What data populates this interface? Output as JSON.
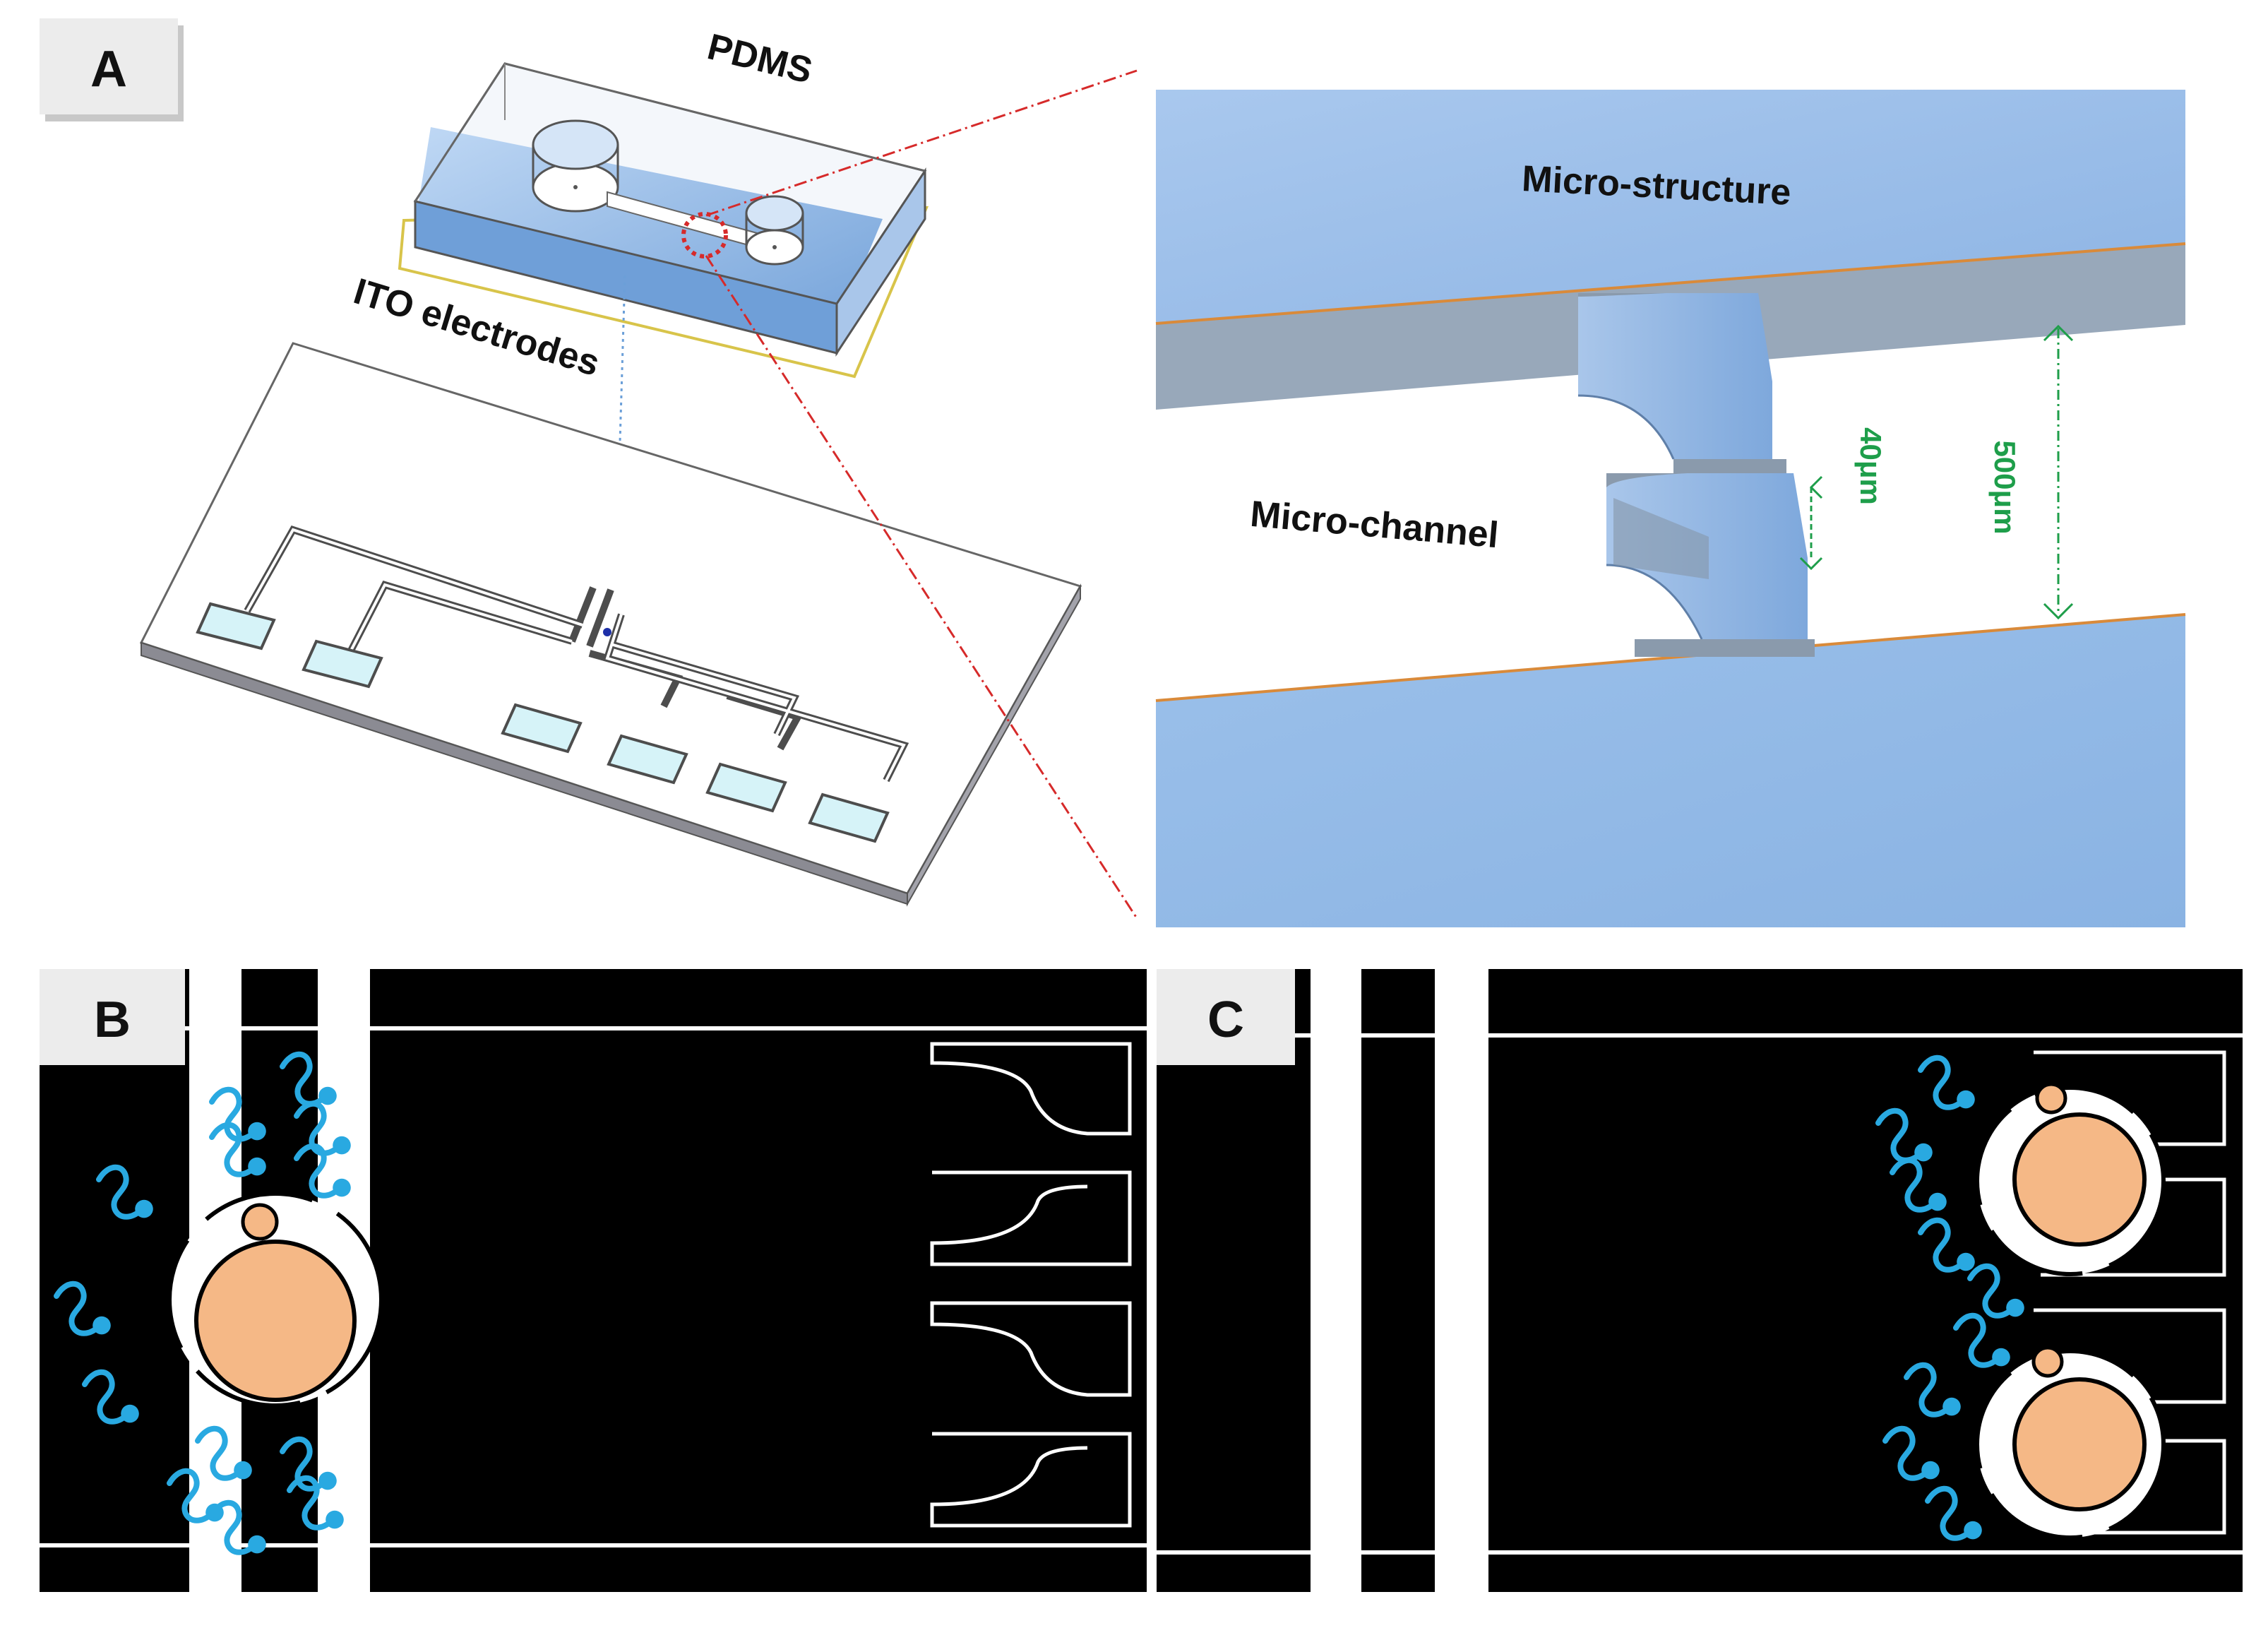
{
  "panels": {
    "a": {
      "letter": "A"
    },
    "b": {
      "letter": "B"
    },
    "c": {
      "letter": "C"
    }
  },
  "labels": {
    "pdms": "PDMS",
    "ito": "ITO electrodes",
    "micro_structure": "Micro-structure",
    "micro_channel": "Micro-channel",
    "gap_dim": "40μm",
    "width_dim": "500μm"
  },
  "colors": {
    "chip_blue": "#8fb6e6",
    "channel_blue": "#9ec2ea",
    "electrode_pad": "#d6f3f8",
    "cell_orange": "#f5b886",
    "molecule_blue": "#29a9e1",
    "dimension_green": "#1e9e4a",
    "zoom_line_red": "#d62a2a"
  },
  "icons": {
    "molecule": "squiggle-molecule-icon",
    "cell": "cell-with-bud-icon"
  }
}
